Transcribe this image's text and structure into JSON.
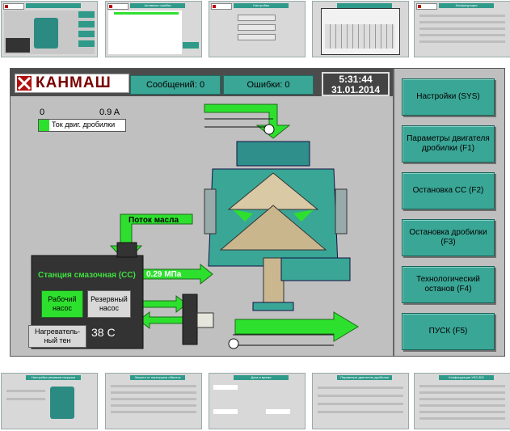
{
  "thumbnails_top": [
    {
      "title": ""
    },
    {
      "title": "Активные ошибки"
    },
    {
      "title": "Настройки"
    },
    {
      "title": ""
    },
    {
      "title": "Конфигурация"
    }
  ],
  "thumbnails_bottom": [
    {
      "title": "Настройка режимов нагрузки"
    },
    {
      "title": "Защита от перегрузки обмоток"
    },
    {
      "title": "Дата и время"
    },
    {
      "title": "Параметры двигателя дробилки"
    },
    {
      "title": "Конфигурация УБЗ-302"
    }
  ],
  "header": {
    "logo_text": "КАНМАШ",
    "messages": "Сообщений: 0",
    "errors": "Ошибки: 0",
    "time": "5:31:44",
    "date": "31.01.2014"
  },
  "current": {
    "min": "0",
    "max": "0.9 A",
    "label": "Ток двиг. дробилки",
    "level": 0.12
  },
  "oil": {
    "flow_label": "Поток масла",
    "station_label": "Станция смазочная (СС)",
    "pressure": "0.29 МПа",
    "working_pump": "Рабочий насос",
    "reserve_pump": "Резервный насос",
    "heater": "Нагреватель-ный тен",
    "temperature": "38 С"
  },
  "menu": {
    "settings": "Настройки (SYS)",
    "motor_params": "Параметры двигателя дробилки (F1)",
    "stop_cc": "Остановка СС (F2)",
    "stop_crusher": "Остановка дробилки (F3)",
    "tech_stop": "Технологический останов (F4)",
    "start": "ПУСК (F5)"
  },
  "colors": {
    "teal": "#3aa696",
    "green": "#2ee02e",
    "brand_red": "#b01010"
  }
}
